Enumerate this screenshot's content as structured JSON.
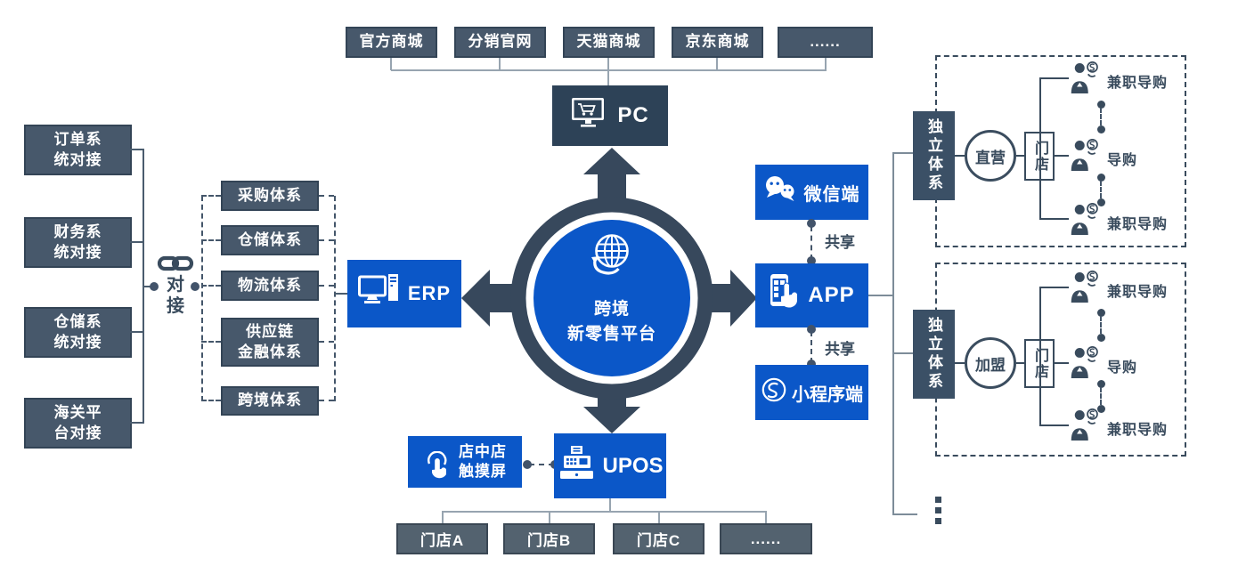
{
  "palette": {
    "blue": "#0b57c8",
    "slate": "#47586b",
    "navy": "#2d4257",
    "deep": "#394b5d",
    "gray_box": "#53626f",
    "line_light": "#97a4b0",
    "line_mid": "#7d8c99"
  },
  "top": {
    "channels": [
      "官方商城",
      "分销官网",
      "天猫商城",
      "京东商城",
      "......"
    ],
    "pc_label": "PC"
  },
  "left": {
    "systems": [
      "订单系\n统对接",
      "财务系\n统对接",
      "仓储系\n统对接",
      "海关平\n台对接"
    ],
    "docking_label": "对\n接",
    "erp_modules": [
      "采购体系",
      "仓储体系",
      "物流体系",
      "供应链\n金融体系",
      "跨境体系"
    ],
    "erp_label": "ERP"
  },
  "center": {
    "platform_title": "跨境\n新零售平台"
  },
  "right": {
    "wechat_label": "微信端",
    "app_label": "APP",
    "miniprogram_label": "小程序端",
    "share_top": "共享",
    "share_bottom": "共享"
  },
  "bottom": {
    "store_touchscreen": "店中店\n触摸屏",
    "upos_label": "UPOS",
    "stores": [
      "门店A",
      "门店B",
      "门店C",
      "......"
    ]
  },
  "groups": [
    {
      "system": "独立体系",
      "mode": "直营",
      "store": "门店",
      "staff": [
        "兼职导购",
        "导购",
        "兼职导购"
      ]
    },
    {
      "system": "独立体系",
      "mode": "加盟",
      "store": "门店",
      "staff": [
        "兼职导购",
        "导购",
        "兼职导购"
      ]
    }
  ]
}
